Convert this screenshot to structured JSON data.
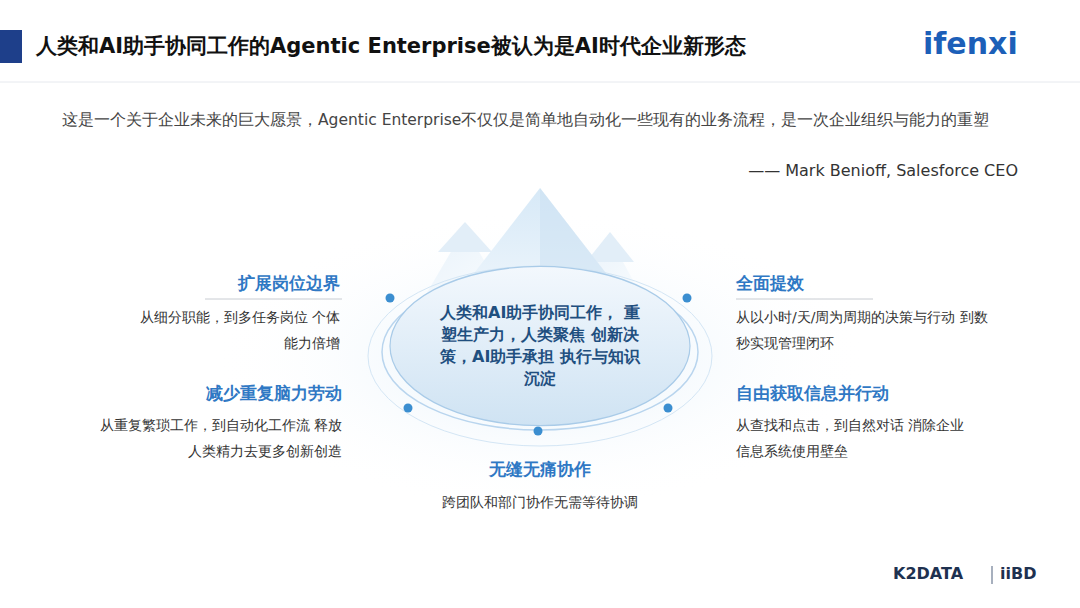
{
  "diagram": {
    "title": "人类和AI助手协同工作的Agentic Enterprise被认为是AI时代企业新形态",
    "nodes": [
      {
        "text": [
          "人类和AI助手协同工作， 重塑生产力，人类聚焦 创新决策，AI助手承担 执行与知识沉淀"
        ]
      }
    ],
    "labels": [
      "这是一个关于企业未来的巨大愿景，Agentic Enterprise不仅仅是简单地自动化一些现有的业务流程，是一次企业组织与能力的重塑",
      "—— Mark Benioff, Salesforce CEO",
      "扩展岗位边界",
      "从细分职能，到多任务岗位 个体能力倍增",
      "全面提效",
      "从以小时/天/周为周期的决策与行动 到数秒实现管理闭环",
      "减少重复脑力劳动",
      "从重复繁琐工作，到自动化工作流 释放人类精力去更多创新创造",
      "自由获取信息并行动",
      "从查找和点击，到自然对话 消除企业信息系统使用壁垒",
      "无缝无痛协作",
      "跨团队和部门协作无需等待协调",
      "ifenxi",
      "K2DATA",
      "iiBD"
    ]
  }
}
